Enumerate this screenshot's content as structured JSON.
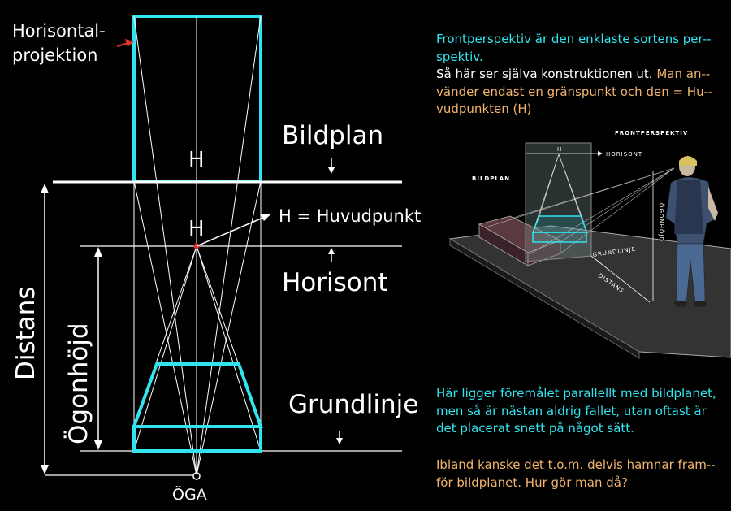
{
  "colors": {
    "cyan": "#31e4ee",
    "orange": "#f2b46e",
    "red_marker": "#e0302a",
    "background": "#000000"
  },
  "diagram": {
    "label_horizontal_projection_1": "Horisontal-",
    "label_horizontal_projection_2": "projektion",
    "label_picture_plane": "Bildplan",
    "label_h_top": "H",
    "label_h_mid": "H",
    "label_h_definition": "H = Huvudpunkt",
    "label_horizon": "Horisont",
    "label_distance": "Distans",
    "label_eye_height": "Ögonhöjd",
    "label_ground_line": "Grundlinje",
    "label_eye": "ÖGA"
  },
  "illustration": {
    "title": "FRONTPERSPEKTIV",
    "label_picture_plane": "BILDPLAN",
    "label_h": "H",
    "label_horizon": "HORISONT",
    "label_eye_height": "ÖGONHÖJD",
    "label_ground_line": "GRUNDLINJE",
    "label_distance": "DISTANS"
  },
  "text_top": {
    "cyan": "Frontperspektiv är den enklaste sortens per-­spektiv.",
    "white": "Så här  ser själva konstruktionen ut.",
    "orange": "Man an-­vänder endast en gränspunkt och den = Hu-­vudpunkten (H)"
  },
  "text_bottom": {
    "cyan": "Här ligger föremålet parallellt med bildplanet, men så är nästan aldrig fallet, utan oftast är det placerat snett på något sätt.",
    "orange": "Ibland kanske det t.o.m. delvis hamnar fram-­för bildplanet. Hur gör man då?"
  }
}
